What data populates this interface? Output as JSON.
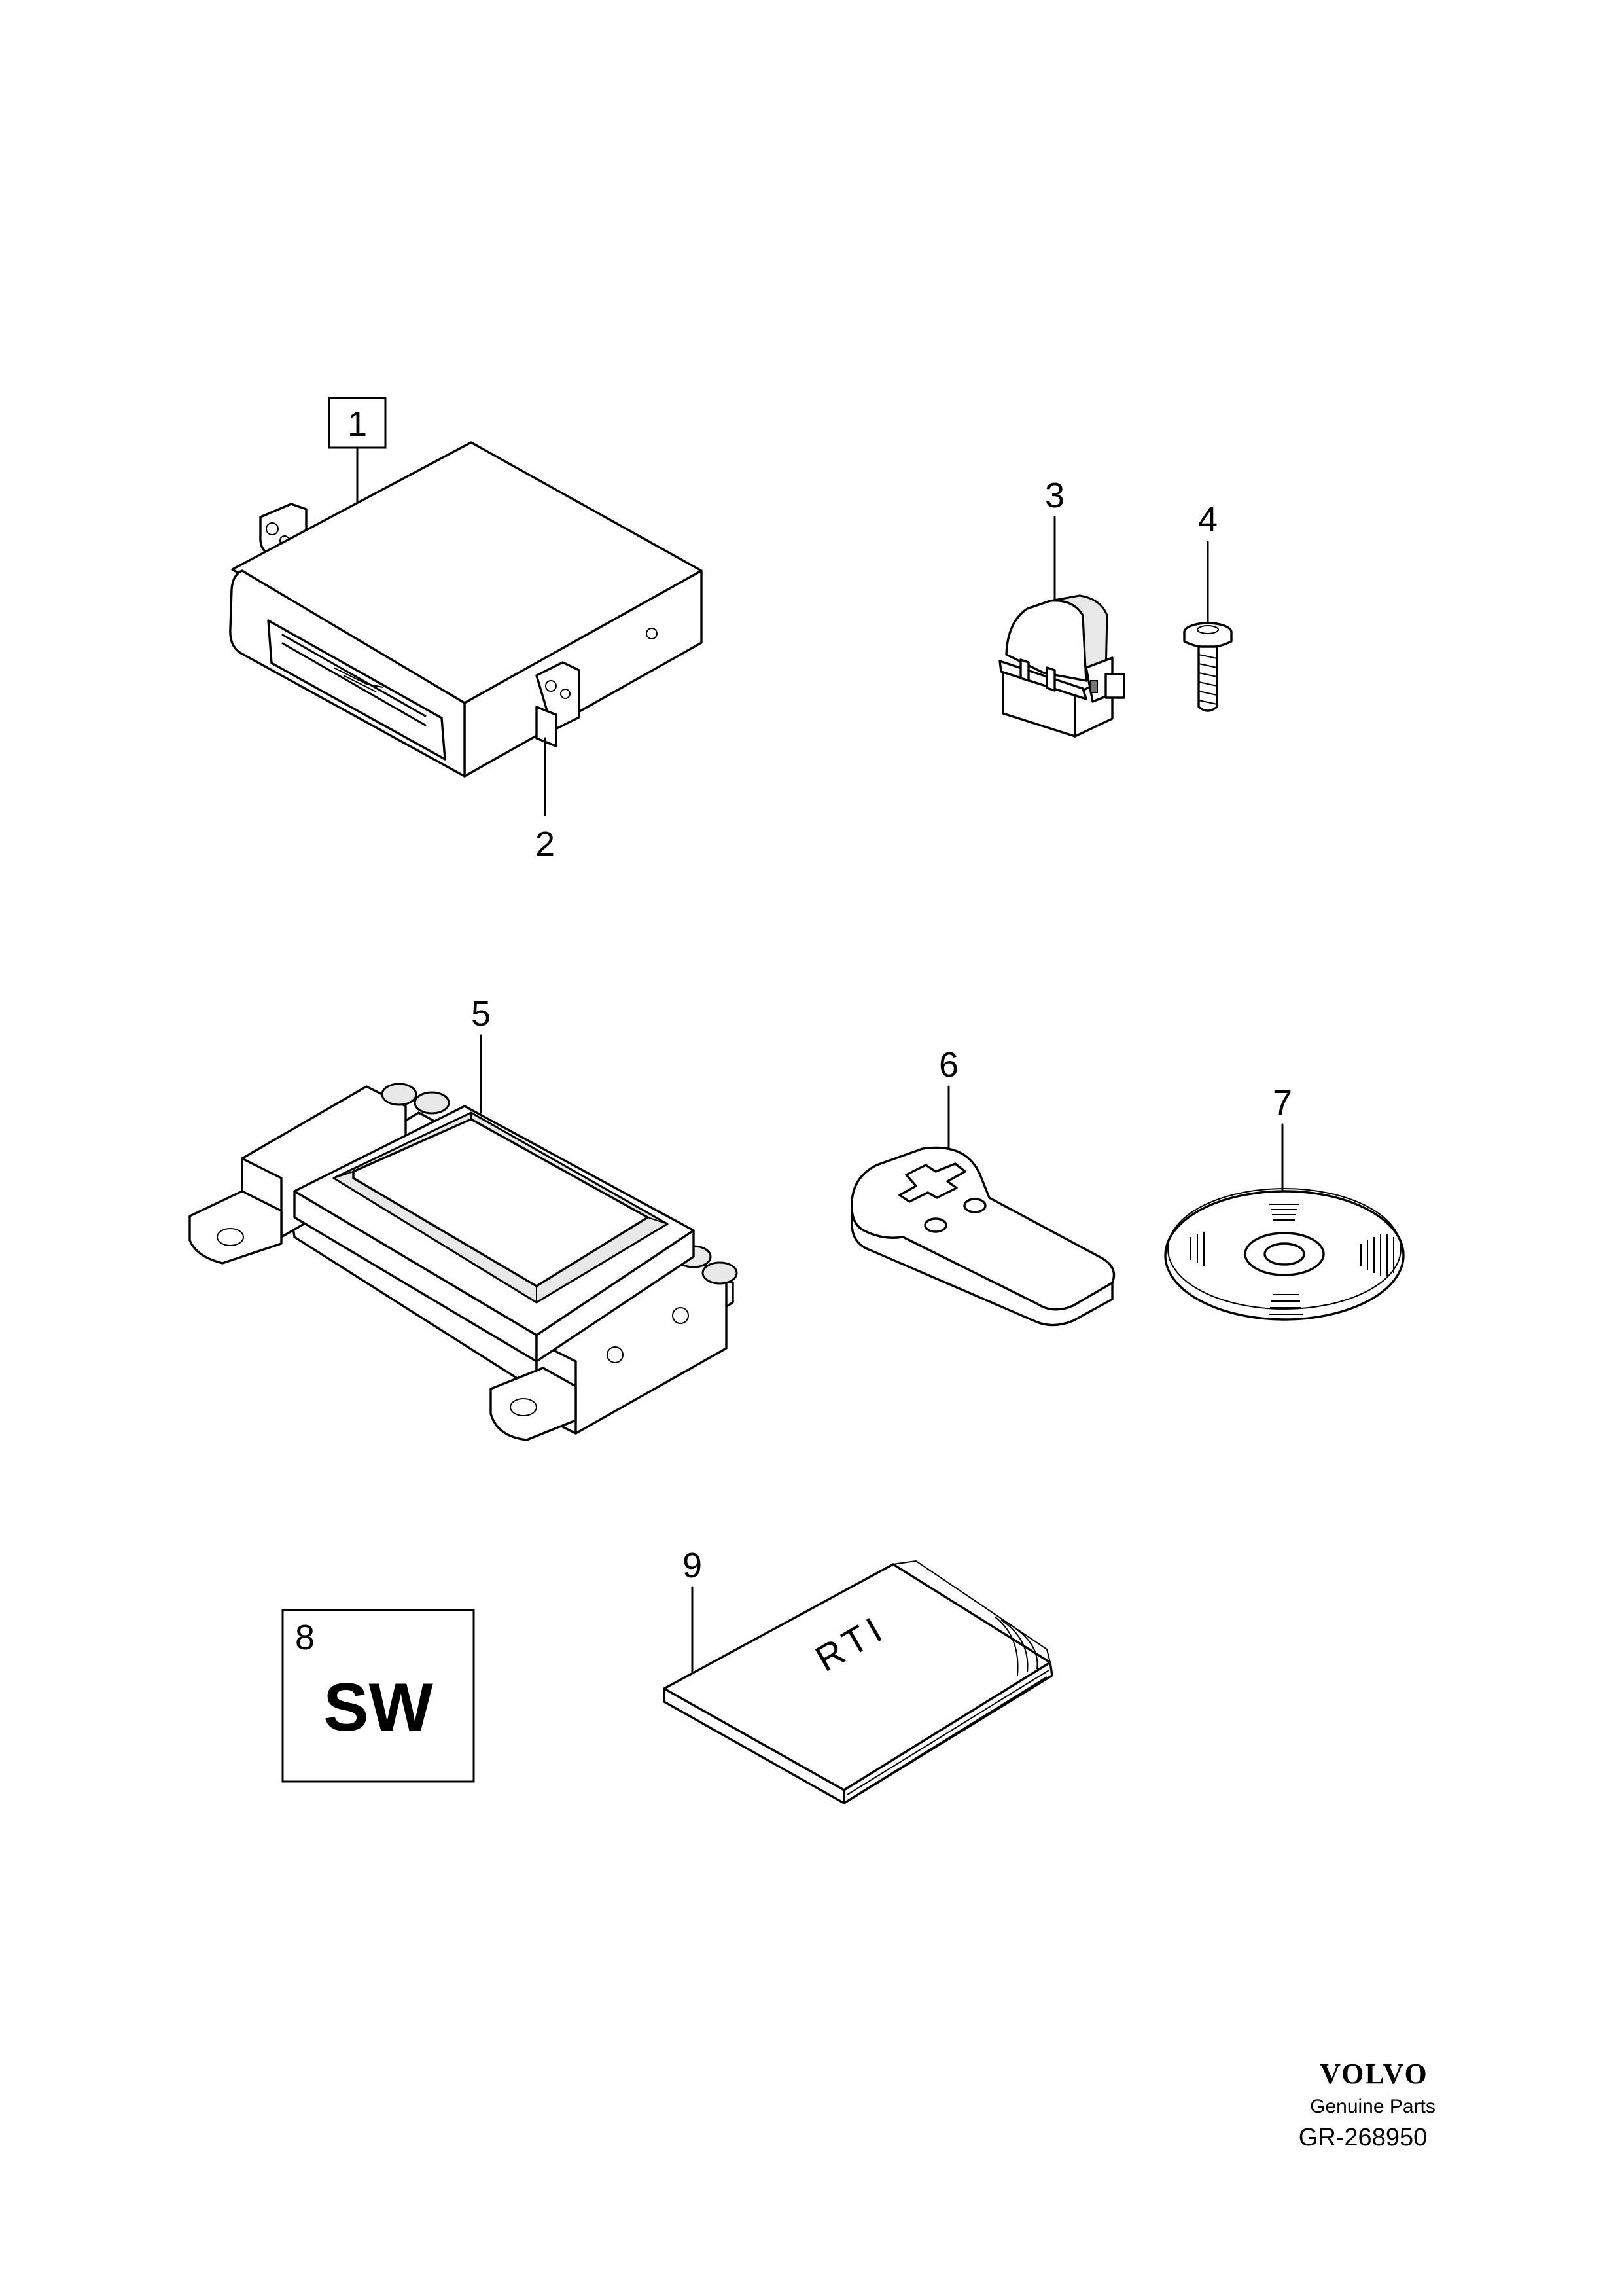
{
  "callouts": {
    "c1": "1",
    "c2": "2",
    "c3": "3",
    "c4": "4",
    "c5": "5",
    "c6": "6",
    "c7": "7",
    "c8": "8",
    "c9": "9"
  },
  "symbol_box": {
    "label": "SW"
  },
  "manual": {
    "cover_text": "RTI"
  },
  "footer": {
    "brand": "VOLVO",
    "subtitle": "Genuine Parts",
    "code": "GR-268950"
  }
}
